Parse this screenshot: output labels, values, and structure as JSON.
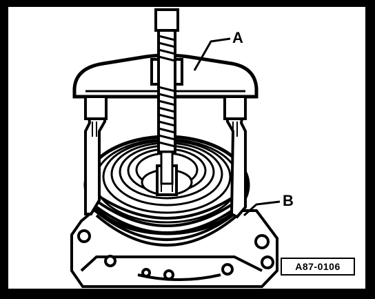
{
  "figure": {
    "callouts": {
      "a": "A",
      "b": "B"
    },
    "reference_code": "A87-0106"
  },
  "colors": {
    "ink": "#000000",
    "paper": "#ffffff"
  }
}
